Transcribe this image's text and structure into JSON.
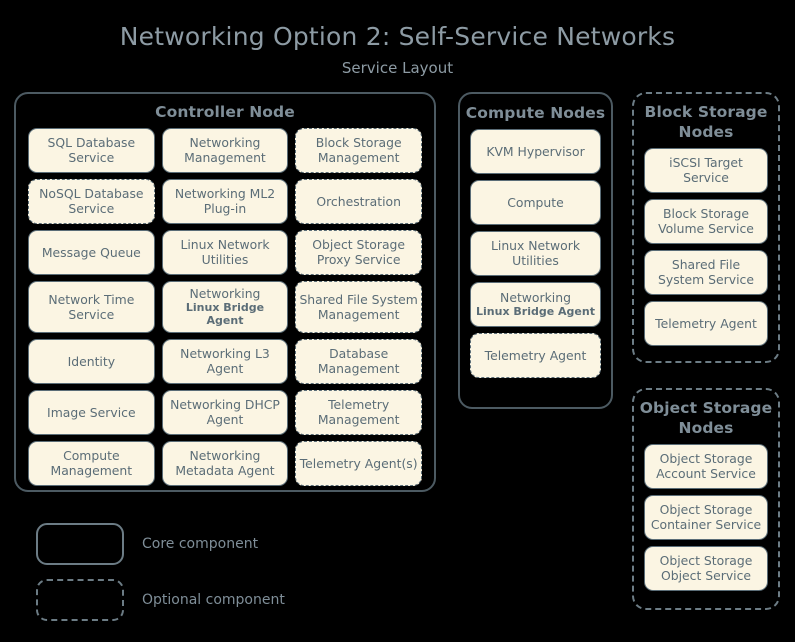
{
  "title": "Networking Option 2: Self-Service Networks",
  "subtitle": "Service Layout",
  "groups": {
    "controller": {
      "title": "Controller Node",
      "style": "core",
      "services": [
        {
          "label": "SQL Database Service",
          "style": "core"
        },
        {
          "label": "Networking Management",
          "style": "core"
        },
        {
          "label": "Block Storage Management",
          "style": "optional"
        },
        {
          "label": "NoSQL Database Service",
          "style": "optional"
        },
        {
          "label": "Networking ML2 Plug-in",
          "style": "core"
        },
        {
          "label": "Orchestration",
          "style": "optional"
        },
        {
          "label": "Message Queue",
          "style": "core"
        },
        {
          "label": "Linux Network Utilities",
          "style": "core"
        },
        {
          "label": "Object Storage Proxy Service",
          "style": "optional"
        },
        {
          "label": "Network Time Service",
          "style": "core"
        },
        {
          "label": "Networking",
          "sub": "Linux Bridge Agent",
          "style": "core"
        },
        {
          "label": "Shared File System Management",
          "style": "optional"
        },
        {
          "label": "Identity",
          "style": "core"
        },
        {
          "label": "Networking L3 Agent",
          "style": "core"
        },
        {
          "label": "Database Management",
          "style": "optional"
        },
        {
          "label": "Image Service",
          "style": "core"
        },
        {
          "label": "Networking DHCP Agent",
          "style": "core"
        },
        {
          "label": "Telemetry Management",
          "style": "optional"
        },
        {
          "label": "Compute Management",
          "style": "core"
        },
        {
          "label": "Networking Metadata Agent",
          "style": "core"
        },
        {
          "label": "Telemetry Agent(s)",
          "style": "optional"
        }
      ]
    },
    "compute": {
      "title": "Compute Nodes",
      "style": "core",
      "services": [
        {
          "label": "KVM Hypervisor",
          "style": "core"
        },
        {
          "label": "Compute",
          "style": "core"
        },
        {
          "label": "Linux Network Utilities",
          "style": "core"
        },
        {
          "label": "Networking",
          "sub": "Linux Bridge Agent",
          "style": "core"
        },
        {
          "label": "Telemetry Agent",
          "style": "optional"
        }
      ]
    },
    "block_storage": {
      "title": "Block Storage Nodes",
      "style": "optional",
      "services": [
        {
          "label": "iSCSI Target Service",
          "style": "core"
        },
        {
          "label": "Block Storage Volume Service",
          "style": "core"
        },
        {
          "label": "Shared File System Service",
          "style": "core"
        },
        {
          "label": "Telemetry Agent",
          "style": "core"
        }
      ]
    },
    "object_storage": {
      "title": "Object Storage Nodes",
      "style": "optional",
      "services": [
        {
          "label": "Object Storage Account Service",
          "style": "core"
        },
        {
          "label": "Object Storage Container Service",
          "style": "core"
        },
        {
          "label": "Object Storage Object Service",
          "style": "core"
        }
      ]
    }
  },
  "legend": {
    "items": [
      {
        "label": "Core component",
        "style": "core"
      },
      {
        "label": "Optional component",
        "style": "optional"
      }
    ]
  },
  "colors": {
    "background": "#000000",
    "title_text": "#8d9ba4",
    "box_fill": "#fbf5e3",
    "box_border": "#5b6d77",
    "group_border": "#4c5a62"
  }
}
